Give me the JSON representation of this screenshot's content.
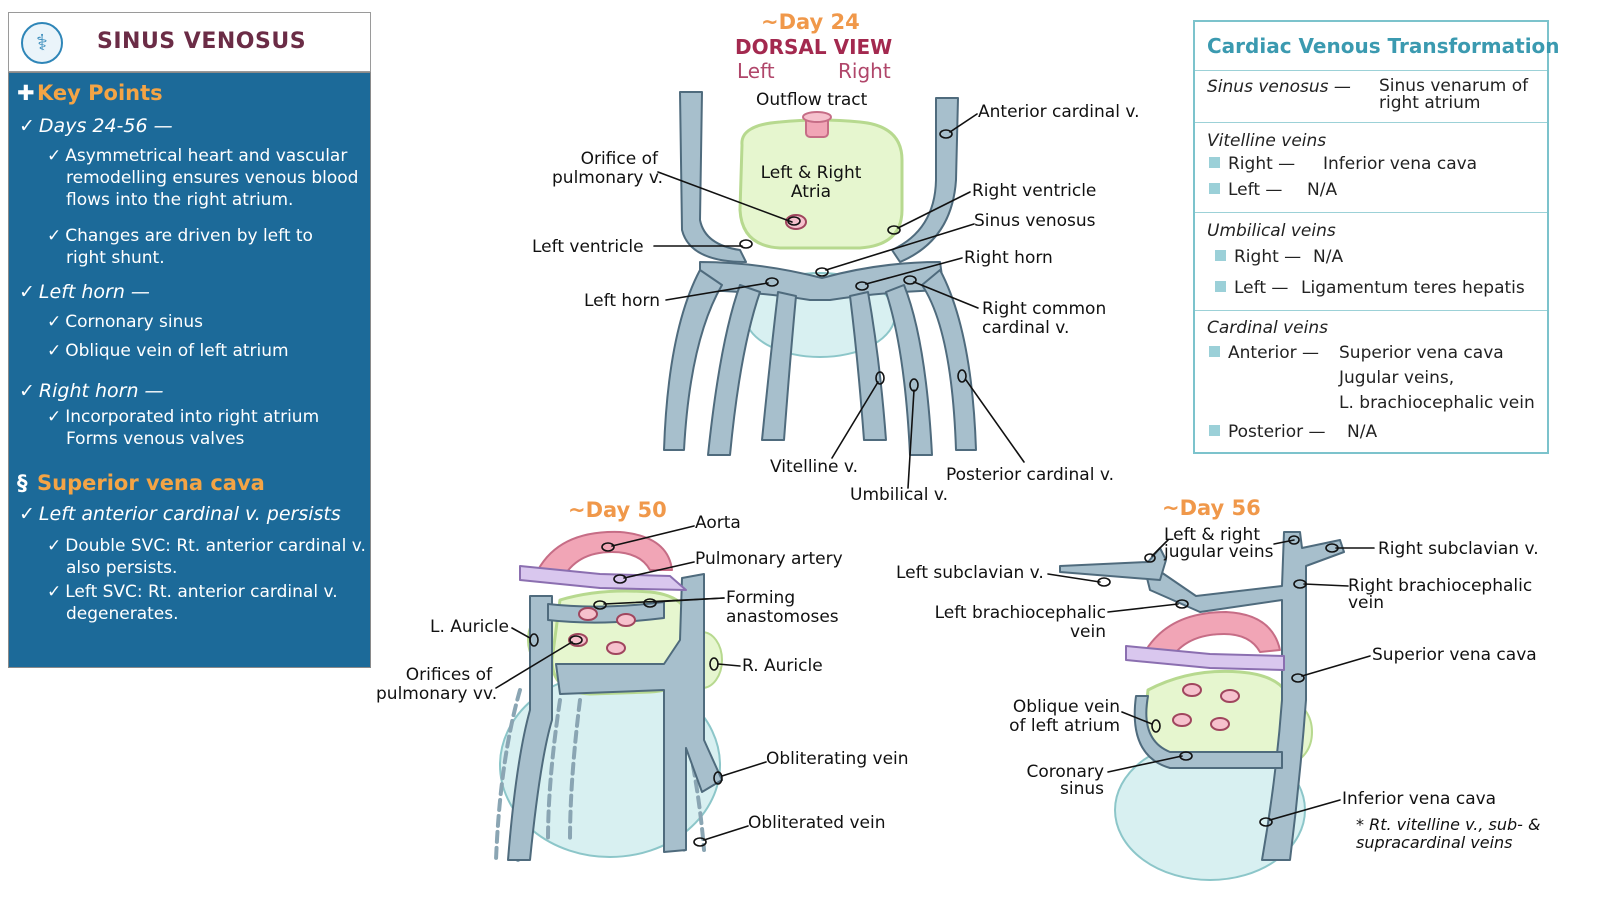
{
  "panel": {
    "title": "SINUS VENOSUS",
    "key_points": "Key Points",
    "days": "Days 24-56 —",
    "days_items": [
      [
        "Asymmetrical heart and vascular",
        "remodelling ensures venous blood",
        "flows into the right atrium."
      ],
      [
        "Changes are driven by left to",
        "right shunt."
      ]
    ],
    "left_horn": "Left horn —",
    "left_horn_items": [
      "Cornonary sinus",
      "Oblique vein of left atrium"
    ],
    "right_horn": "Right horn —",
    "right_horn_items": [
      "Incorporated into right atrium",
      "Forms venous valves"
    ],
    "svc_head": "Superior vena cava",
    "svc_sub": "Left anterior cardinal v. persists",
    "svc_items": [
      [
        "Double SVC: Rt. anterior cardinal v.",
        "also persists."
      ],
      [
        "Left SVC: Rt. anterior cardinal v.",
        "degenerates."
      ]
    ]
  },
  "day24": {
    "day": "~Day 24",
    "view": "DORSAL VIEW",
    "left": "Left",
    "right": "Right",
    "outflow": "Outflow tract",
    "atria": [
      "Left & Right",
      "Atria"
    ],
    "orifice": [
      "Orifice of",
      "pulmonary v."
    ],
    "left_ventricle": "Left ventricle",
    "left_horn": "Left horn",
    "anterior_cardinal": "Anterior cardinal v.",
    "right_ventricle": "Right ventricle",
    "sinus_venosus": "Sinus venosus",
    "right_horn": "Right horn",
    "right_common_cardinal": [
      "Right common",
      "cardinal v."
    ],
    "vitelline": "Vitelline v.",
    "umbilical": "Umbilical v.",
    "posterior_cardinal": "Posterior cardinal v."
  },
  "day50": {
    "day": "~Day 50",
    "aorta": "Aorta",
    "pulmonary_artery": "Pulmonary artery",
    "forming": [
      "Forming",
      "anastomoses"
    ],
    "l_auricle": "L. Auricle",
    "r_auricle": "R. Auricle",
    "orifices": [
      "Orifices of",
      "pulmonary vv."
    ],
    "obliterating": "Obliterating vein",
    "obliterated": "Obliterated vein"
  },
  "day56": {
    "day": "~Day 56",
    "jugular": [
      "Left & right",
      "jugular veins"
    ],
    "right_subclavian": "Right subclavian v.",
    "left_subclavian": "Left subclavian v.",
    "right_brachio": [
      "Right brachiocephalic",
      "vein"
    ],
    "left_brachio": [
      "Left brachiocephalic",
      "vein"
    ],
    "svc": "Superior vena cava",
    "oblique": [
      "Oblique vein",
      "of left atrium"
    ],
    "coronary": [
      "Coronary",
      "sinus"
    ],
    "ivc": "Inferior vena cava",
    "ivc_note": [
      "* Rt. vitelline v., sub- &",
      "supracardinal veins"
    ]
  },
  "table": {
    "title": "Cardiac Venous Transformation",
    "sinus_label": "Sinus venosus —",
    "sinus_value": [
      "Sinus venarum of",
      "right atrium"
    ],
    "vitelline_head": "Vitelline veins",
    "vitelline_right": "Right —",
    "vitelline_right_value": "Inferior vena cava",
    "vitelline_left": "Left —",
    "vitelline_left_value": "N/A",
    "umbilical_head": "Umbilical veins",
    "umbilical_right": "Right —",
    "umbilical_right_value": "N/A",
    "umbilical_left": "Left —",
    "umbilical_left_value": "Ligamentum teres hepatis",
    "cardinal_head": "Cardinal veins",
    "cardinal_anterior": "Anterior —",
    "cardinal_anterior_value": [
      "Superior vena cava",
      "Jugular veins,",
      "L. brachiocephalic vein"
    ],
    "cardinal_posterior": "Posterior —",
    "cardinal_posterior_value": "N/A"
  },
  "colors": {
    "panel_blue": "#1c6a99",
    "accent_orange": "#f0984a",
    "vein": "#a7bfcc",
    "vein_stroke": "#4f6b7d",
    "atria": "#e6f6cf",
    "atria_stroke": "#b7d98f",
    "aorta": "#f1a5b6",
    "pulm_art": "#d9c7ee",
    "sinus_cavity": "#d8f0f1",
    "table_border": "#7cc3cc"
  }
}
